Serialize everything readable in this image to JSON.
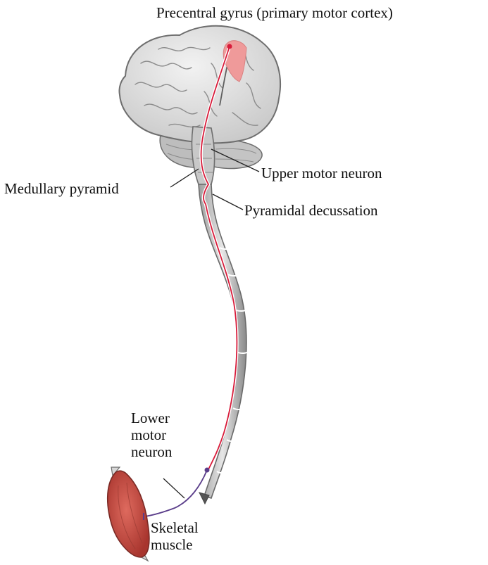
{
  "labels": {
    "precentral": "Precentral gyrus (primary motor cortex)",
    "upper_motor_neuron": "Upper motor neuron",
    "medullary_pyramid": "Medullary pyramid",
    "pyramidal_decussation": "Pyramidal decussation",
    "lower_motor_neuron": [
      "Lower",
      "motor",
      "neuron"
    ],
    "skeletal_muscle": [
      "Skeletal",
      "muscle"
    ]
  },
  "colors": {
    "background": "#ffffff",
    "brain_fill": "#e3e3e3",
    "brain_outline": "#6e6e6e",
    "cortex_highlight": "#ef9a9a",
    "upper_neuron": "#d81b3a",
    "lower_neuron": "#5a3d8a",
    "spinal_cord": "#d7d7d7",
    "muscle": "#c9473f"
  }
}
